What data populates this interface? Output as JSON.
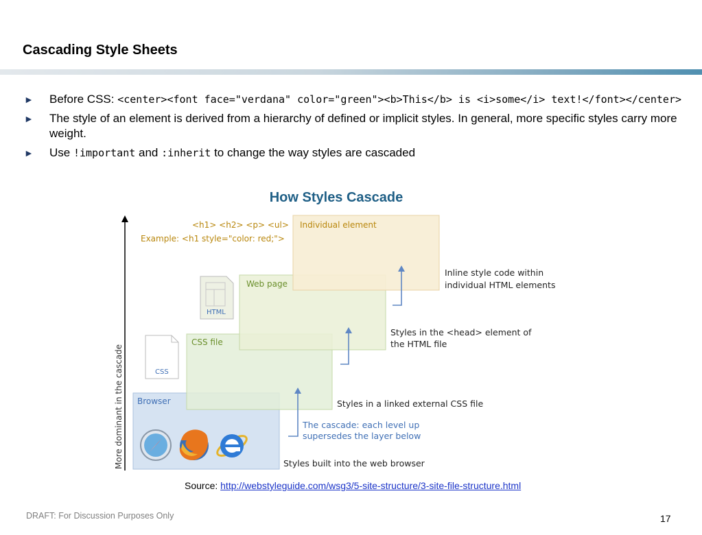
{
  "slide": {
    "title": "Cascading Style Sheets"
  },
  "bullets": [
    {
      "marker": "►",
      "prefix": "Before CSS: ",
      "code": "<center><font face=\"verdana\" color=\"green\"><b>This</b> is <i>some</i> text!</font></center>"
    },
    {
      "marker": "►",
      "text": "The style of an element is derived from a hierarchy of defined or implicit styles.  In general, more specific styles carry more weight."
    },
    {
      "marker": "►",
      "text_before": "Use ",
      "code1": "!important",
      "text_mid": " and ",
      "code2": ":inherit",
      "text_after": " to change the way styles are cascaded"
    }
  ],
  "figure": {
    "title": "How Styles Cascade",
    "axis_label": "More dominant in the cascade",
    "layers": {
      "individual": "Individual element",
      "webpage": "Web page",
      "cssfile": "CSS file",
      "browser": "Browser"
    },
    "file_icons": {
      "html": "HTML",
      "css": "CSS"
    },
    "example_line1": "<h1> <h2> <p> <ul>",
    "example_line2": "Example: <h1 style=\"color: red;\">",
    "annotations": {
      "inline_1": "Inline style code within",
      "inline_2": "individual HTML elements",
      "head_1": "Styles in the <head> element of",
      "head_2": "the HTML file",
      "external": "Styles in a linked external CSS file",
      "cascade_1": "The cascade: each level up",
      "cascade_2": "supersedes the layer below",
      "browser": "Styles built into the web browser"
    },
    "colors": {
      "individual_fill": "#f7edd4",
      "individual_border": "#e8d3a6",
      "webpage_fill": "#eaf0d6",
      "cssfile_fill": "#e3eed8",
      "green_border": "#c5d9a8",
      "browser_fill": "#d6e3f2",
      "browser_border": "#a9c2de",
      "arrow_blue": "#5f87c4",
      "label_gold": "#b8860b",
      "label_green": "#6a8f2b",
      "label_blue": "#3f6fb5"
    }
  },
  "source": {
    "label": "Source: ",
    "url": "http://webstyleguide.com/wsg3/5-site-structure/3-site-file-structure.html"
  },
  "footer": {
    "note": "DRAFT: For Discussion Purposes Only",
    "page": "17"
  }
}
